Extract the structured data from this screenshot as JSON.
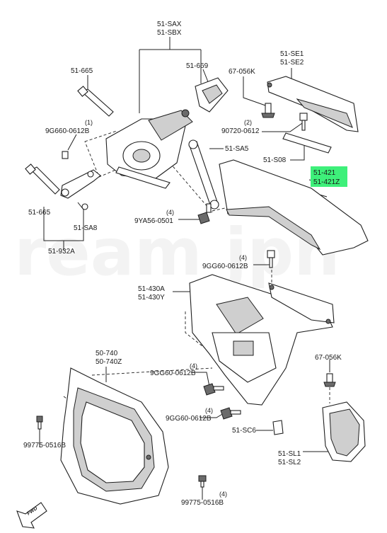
{
  "watermark": "ream jpn",
  "callouts": {
    "sax": "51-SAX",
    "sbx": "51-SBX",
    "p665_top": "51-665",
    "p669": "51-669",
    "p67056k_top": "67-056K",
    "se1": "51-SE1",
    "se2": "51-SE2",
    "g660_qty": "(1)",
    "g660": "9G660-0612B",
    "p90720_qty": "(2)",
    "p90720": "90720-0612",
    "sa5": "51-SA5",
    "s08": "51-S08",
    "p421": "51-421",
    "p421z": "51-421Z",
    "p665_bot": "51-665",
    "sa8": "51-SA8",
    "ya56_qty": "(4)",
    "ya56": "9YA56-0501",
    "p932a": "51-932A",
    "gg60_a_qty": "(4)",
    "gg60_a": "9GG60-0612B",
    "p430a": "51-430A",
    "p430y": "51-430Y",
    "p740": "50-740",
    "p740z": "50-740Z",
    "p67056k_bot": "67-056K",
    "gg60_b_qty": "(4)",
    "gg60_b": "9GG60-0612B",
    "gg60_c_qty": "(4)",
    "gg60_c": "9GG60-0612B",
    "sc6": "51-SC6",
    "p99775_left": "99775-0516B",
    "sl1": "51-SL1",
    "sl2": "51-SL2",
    "p99775_bot_qty": "(4)",
    "p99775_bot": "99775-0516B",
    "fwd": "FWD"
  },
  "highlight_color": "#3ef07a"
}
